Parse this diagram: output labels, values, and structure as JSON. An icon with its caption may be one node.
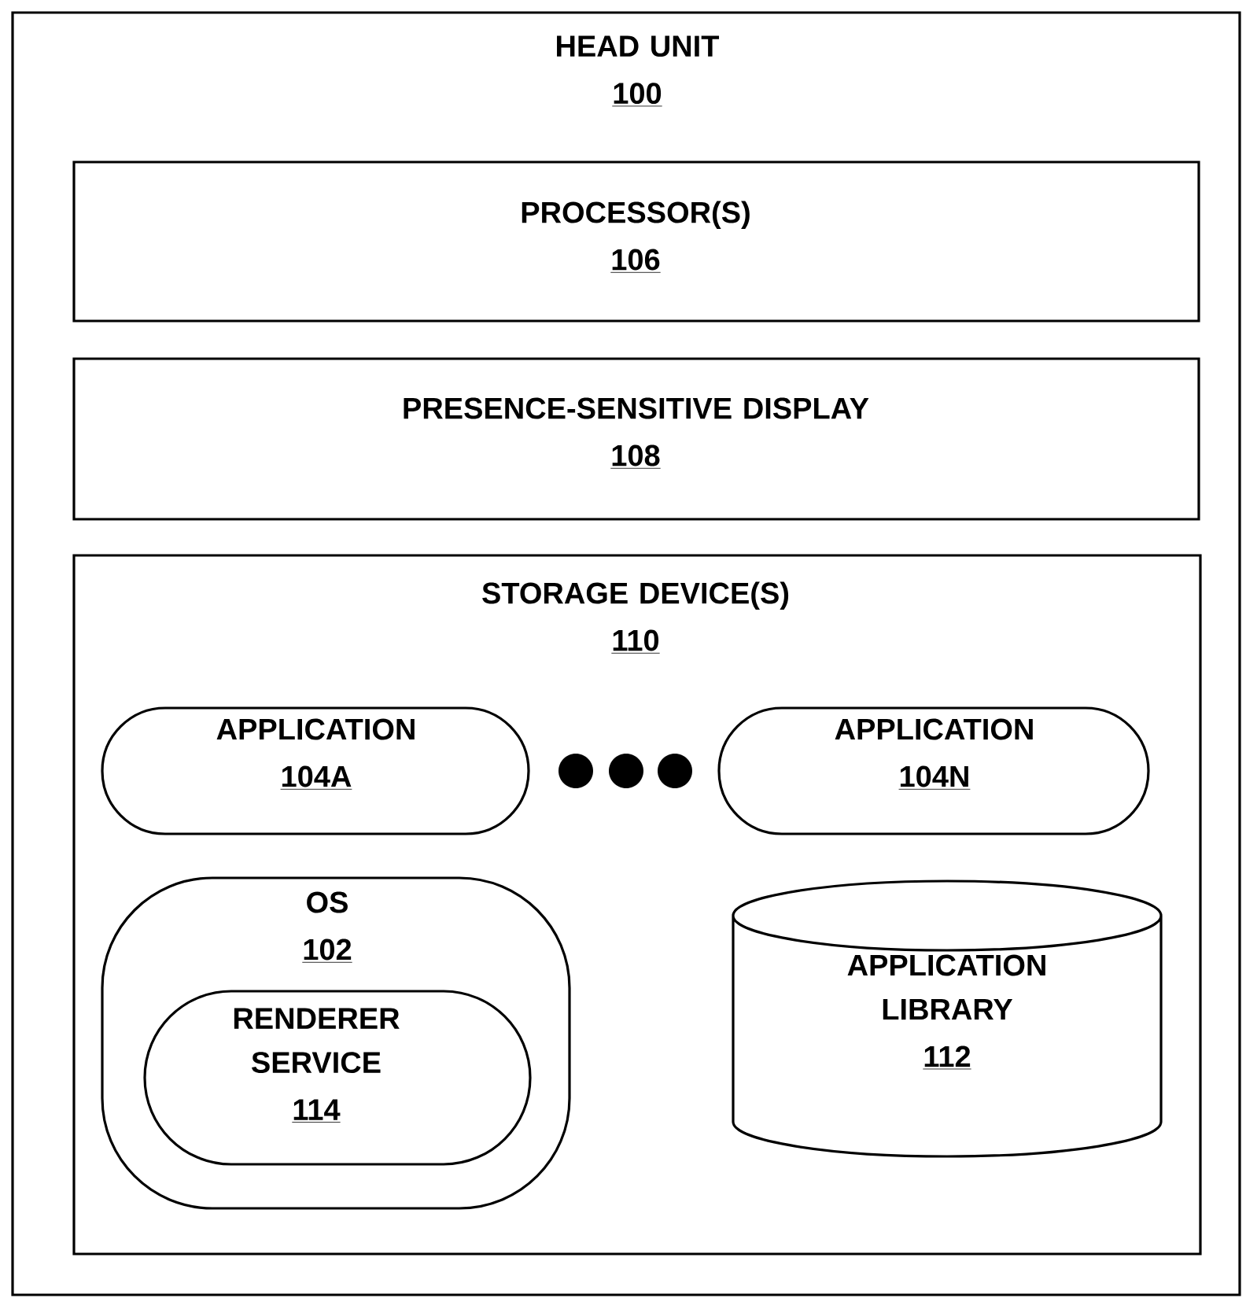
{
  "diagram": {
    "nodes": [
      {
        "text": [
          "HEAD UNIT",
          "100"
        ]
      },
      {
        "text": [
          "PROCESSOR(S)",
          "106"
        ],
        "in": 0
      },
      {
        "text": [
          "PRESENCE-SENSITIVE DISPLAY",
          "108"
        ],
        "in": 0
      },
      {
        "text": [
          "STORAGE DEVICE(S)",
          "110"
        ],
        "in": 0
      },
      {
        "text": [
          "APPLICATION",
          "104A"
        ],
        "in": 3
      },
      {
        "text": [
          "APPLICATION",
          "104N"
        ],
        "in": 3
      },
      {
        "text": [
          "OS",
          "102"
        ],
        "in": 3
      },
      {
        "text": [
          "RENDERER SERVICE",
          "114"
        ],
        "in": 6
      },
      {
        "text": [
          "APPLICATION LIBRARY",
          "112"
        ],
        "in": 3
      }
    ]
  }
}
